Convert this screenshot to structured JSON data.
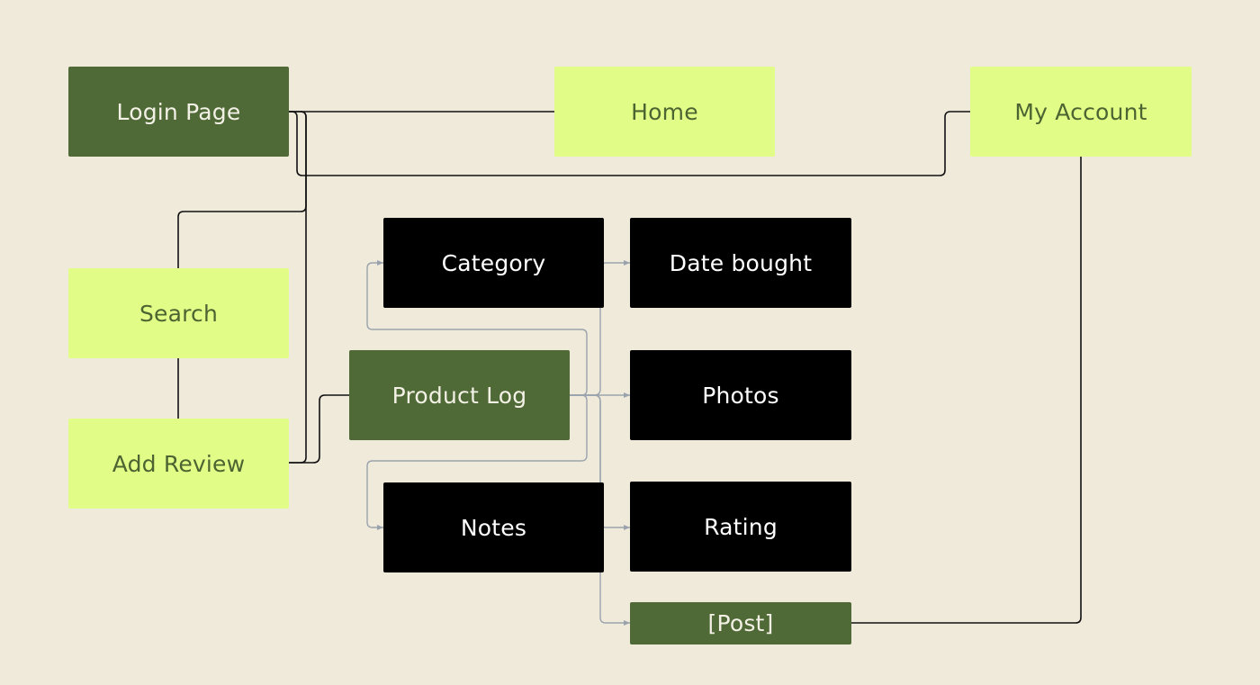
{
  "nodes": {
    "login": "Login Page",
    "home": "Home",
    "my_account": "My Account",
    "search": "Search",
    "add_review": "Add Review",
    "product_log": "Product Log",
    "category": "Category",
    "date_bought": "Date bought",
    "photos": "Photos",
    "notes": "Notes",
    "rating": "Rating",
    "post": "[Post]"
  },
  "colors": {
    "background": "#f0eadb",
    "dark_green": "#4f6a36",
    "lime": "#e2fd87",
    "black": "#000000",
    "connector": "#111111",
    "arrow_connector": "#9aa3ad"
  }
}
